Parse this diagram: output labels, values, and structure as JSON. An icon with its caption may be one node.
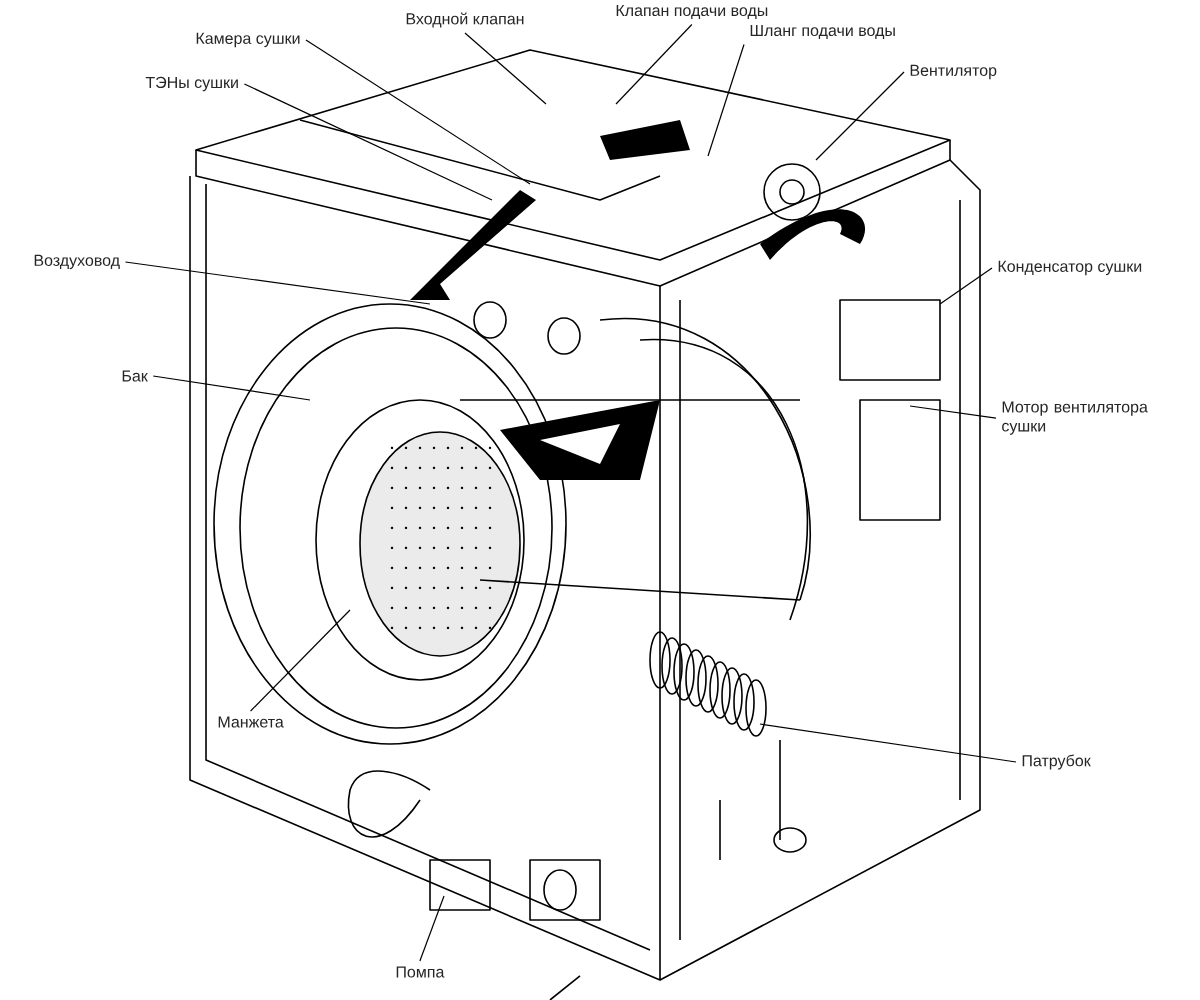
{
  "diagram": {
    "nodes": [
      {
        "text": [
          "ТЭНы сушки"
        ]
      },
      {
        "text": [
          "Камера сушки"
        ]
      },
      {
        "text": [
          "Входной клапан"
        ]
      },
      {
        "text": [
          "Клапан подачи воды"
        ]
      },
      {
        "text": [
          "Шланг подачи воды"
        ]
      },
      {
        "text": [
          "Вентилятор"
        ]
      },
      {
        "text": [
          "Воздуховод"
        ]
      },
      {
        "text": [
          "Конденсатор сушки"
        ]
      },
      {
        "text": [
          "Бак"
        ]
      },
      {
        "text": [
          "Мотор вентилятора сушки"
        ]
      },
      {
        "text": [
          "Манжета"
        ]
      },
      {
        "text": [
          "Патрубок"
        ]
      },
      {
        "text": [
          "Помпа"
        ]
      }
    ],
    "edges": [
      {
        "from": 0,
        "to": null,
        "arrow": "none"
      },
      {
        "from": 1,
        "to": null,
        "arrow": "none"
      },
      {
        "from": 2,
        "to": null,
        "arrow": "none"
      },
      {
        "from": 3,
        "to": null,
        "arrow": "none"
      },
      {
        "from": 4,
        "to": null,
        "arrow": "none"
      },
      {
        "from": 5,
        "to": null,
        "arrow": "none"
      },
      {
        "from": 6,
        "to": null,
        "arrow": "none"
      },
      {
        "from": 7,
        "to": null,
        "arrow": "none"
      },
      {
        "from": 8,
        "to": null,
        "arrow": "none"
      },
      {
        "from": 9,
        "to": null,
        "arrow": "none"
      },
      {
        "from": 10,
        "to": null,
        "arrow": "none"
      },
      {
        "from": 11,
        "to": null,
        "arrow": "none"
      },
      {
        "from": 12,
        "to": null,
        "arrow": "none"
      }
    ]
  }
}
